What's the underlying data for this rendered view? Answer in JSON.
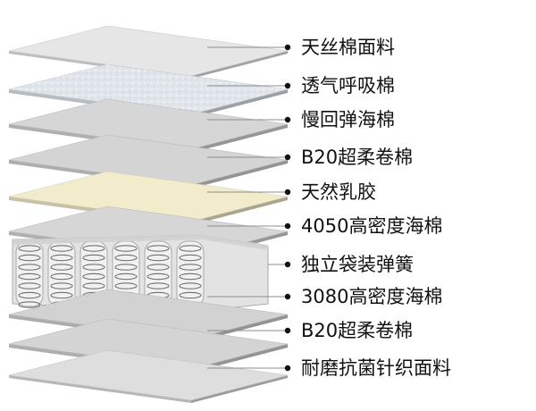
{
  "layers": [
    {
      "label": "天丝棉面料",
      "material": "fabric",
      "color": "#e6e6e6"
    },
    {
      "label": "透气呼吸棉",
      "material": "foam-textured",
      "color": "#dfe5ea"
    },
    {
      "label": "慢回弹海棉",
      "material": "foam",
      "color": "#d6d6d6"
    },
    {
      "label": "B20超柔卷棉",
      "material": "foam",
      "color": "#d4d4d4"
    },
    {
      "label": "天然乳胶",
      "material": "latex",
      "color": "#f3eccc"
    },
    {
      "label": "4050高密度海棉",
      "material": "foam",
      "color": "#d6d6d6"
    },
    {
      "label": "独立袋装弹簧",
      "material": "pocket-springs",
      "color": "#cfcfcf"
    },
    {
      "label": "3080高密度海棉",
      "material": "foam",
      "color": "#d2d2d2"
    },
    {
      "label": "B20超柔卷棉",
      "material": "foam",
      "color": "#d4d4d4"
    },
    {
      "label": "耐磨抗菌针织面料",
      "material": "fabric",
      "color": "#dedede"
    }
  ],
  "colors": {
    "leader": "#8c8c8c",
    "bullet": "#111111",
    "edge": "#9a9a9a"
  }
}
